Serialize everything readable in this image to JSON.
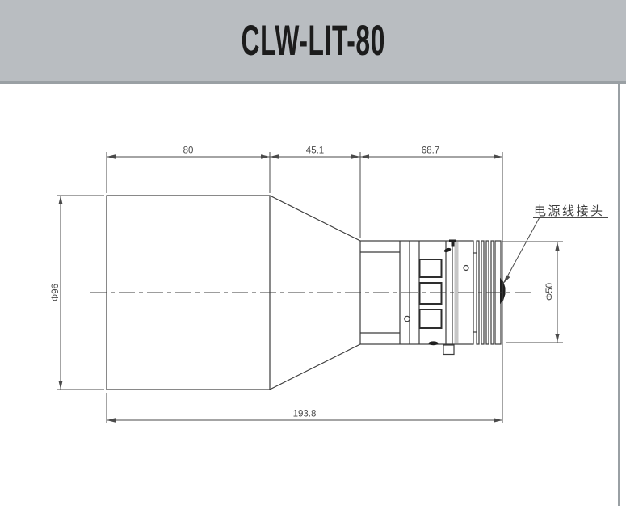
{
  "header": {
    "title": "CLW-LIT-80",
    "background_color": "#b9bdc1",
    "divider_color": "#9aa0a4"
  },
  "drawing": {
    "type": "engineering-dimension-drawing",
    "line_color": "#3b3b3b",
    "dimension_color": "#4a4a4a",
    "background_color": "#ffffff",
    "dims": {
      "front_length": "80",
      "taper_length": "45.1",
      "rear_length": "68.7",
      "overall_length": "193.8",
      "front_diameter": "Φ96",
      "rear_diameter": "Φ50"
    },
    "callout_label": "电源线接头"
  }
}
